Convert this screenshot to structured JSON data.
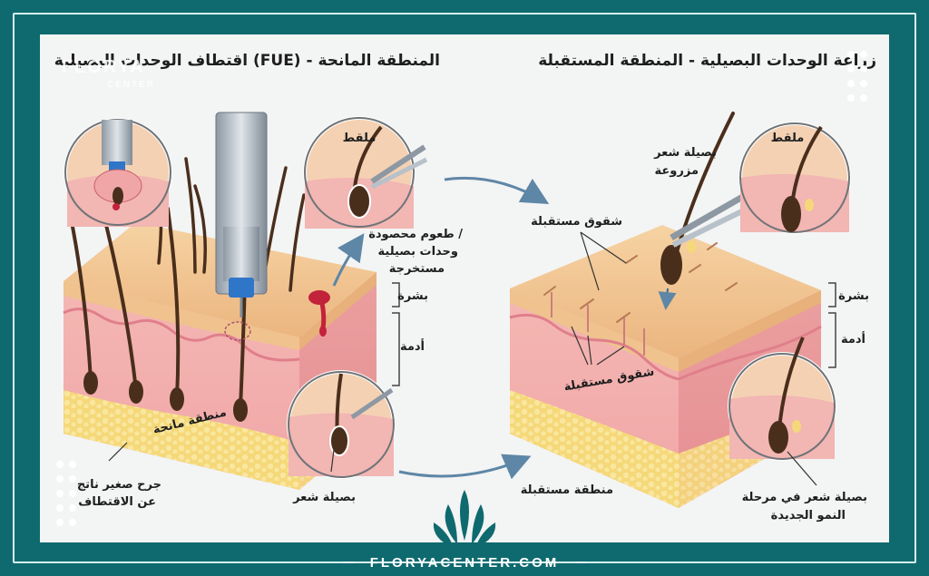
{
  "titles": {
    "left": "اقتطاف الوحدات البصيلية (FUE) - المنطقة المانحة",
    "right": "زراعة الوحدات البصيلية - المنطقة المستقبلة"
  },
  "watermark": {
    "brand_top": "FLORYA",
    "brand_bottom": "CENTER"
  },
  "labels": {
    "forceps_left": "ملقط",
    "forceps_right": "ملقط",
    "extracted_grafts_1": "طعوم محصودة /",
    "extracted_grafts_2": "وحدات بصيلية",
    "extracted_grafts_3": "مستخرجة",
    "epidermis_left": "بشرة",
    "dermis_left": "أدمة",
    "donor_area": "منطقة مانحة",
    "wound_1": "جرح صغير ناتج",
    "wound_2": "عن الاقتطاف",
    "hair_follicle": "بصيلة شعر",
    "implanted_1": "بصيلة شعر",
    "implanted_2": "مزروعة",
    "recipient_slits_top": "شقوق مستقبلة",
    "recipient_slits_bottom": "شقوق مستقبلة",
    "recipient_area": "منطقة مستقبلة",
    "epidermis_right": "بشرة",
    "dermis_right": "أدمة",
    "new_growth_1": "بصيلة شعر في مرحلة",
    "new_growth_2": "النمو الجديدة"
  },
  "footer": {
    "website": "FLORYACENTER.COM"
  },
  "colors": {
    "frame": "#0f6a6f",
    "skin_top": "#f1c792",
    "dermis": "#f2aeb0",
    "fat": "#f6dc7a",
    "hair": "#4a2e1c"
  }
}
